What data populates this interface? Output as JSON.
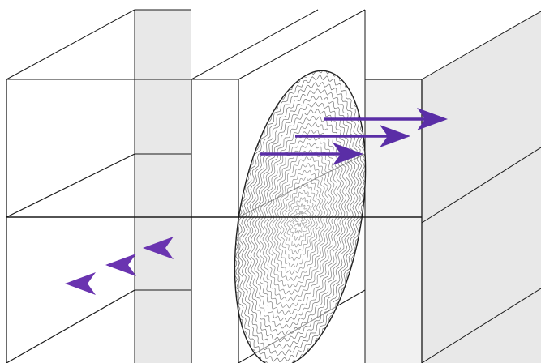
{
  "colors": {
    "background": "#ffffff",
    "outline": "#1a1a1a",
    "panel_side": "#e8e8e8",
    "panel_back": "#f1f1f1",
    "lens_stroke": "#222222",
    "cyan": "#22c4f0",
    "purple": "#5a2ea6",
    "magenta": "#ee2a9c",
    "violet": "#7a3fb8"
  },
  "elements": {
    "left_box": "left-compartment",
    "center_slab": "center-slab",
    "lens": "fresnel-lens",
    "right_box": "right-compartment",
    "upper_beams": "incoming-cyan-beams",
    "lower_beams": "returning-magenta-beams"
  }
}
